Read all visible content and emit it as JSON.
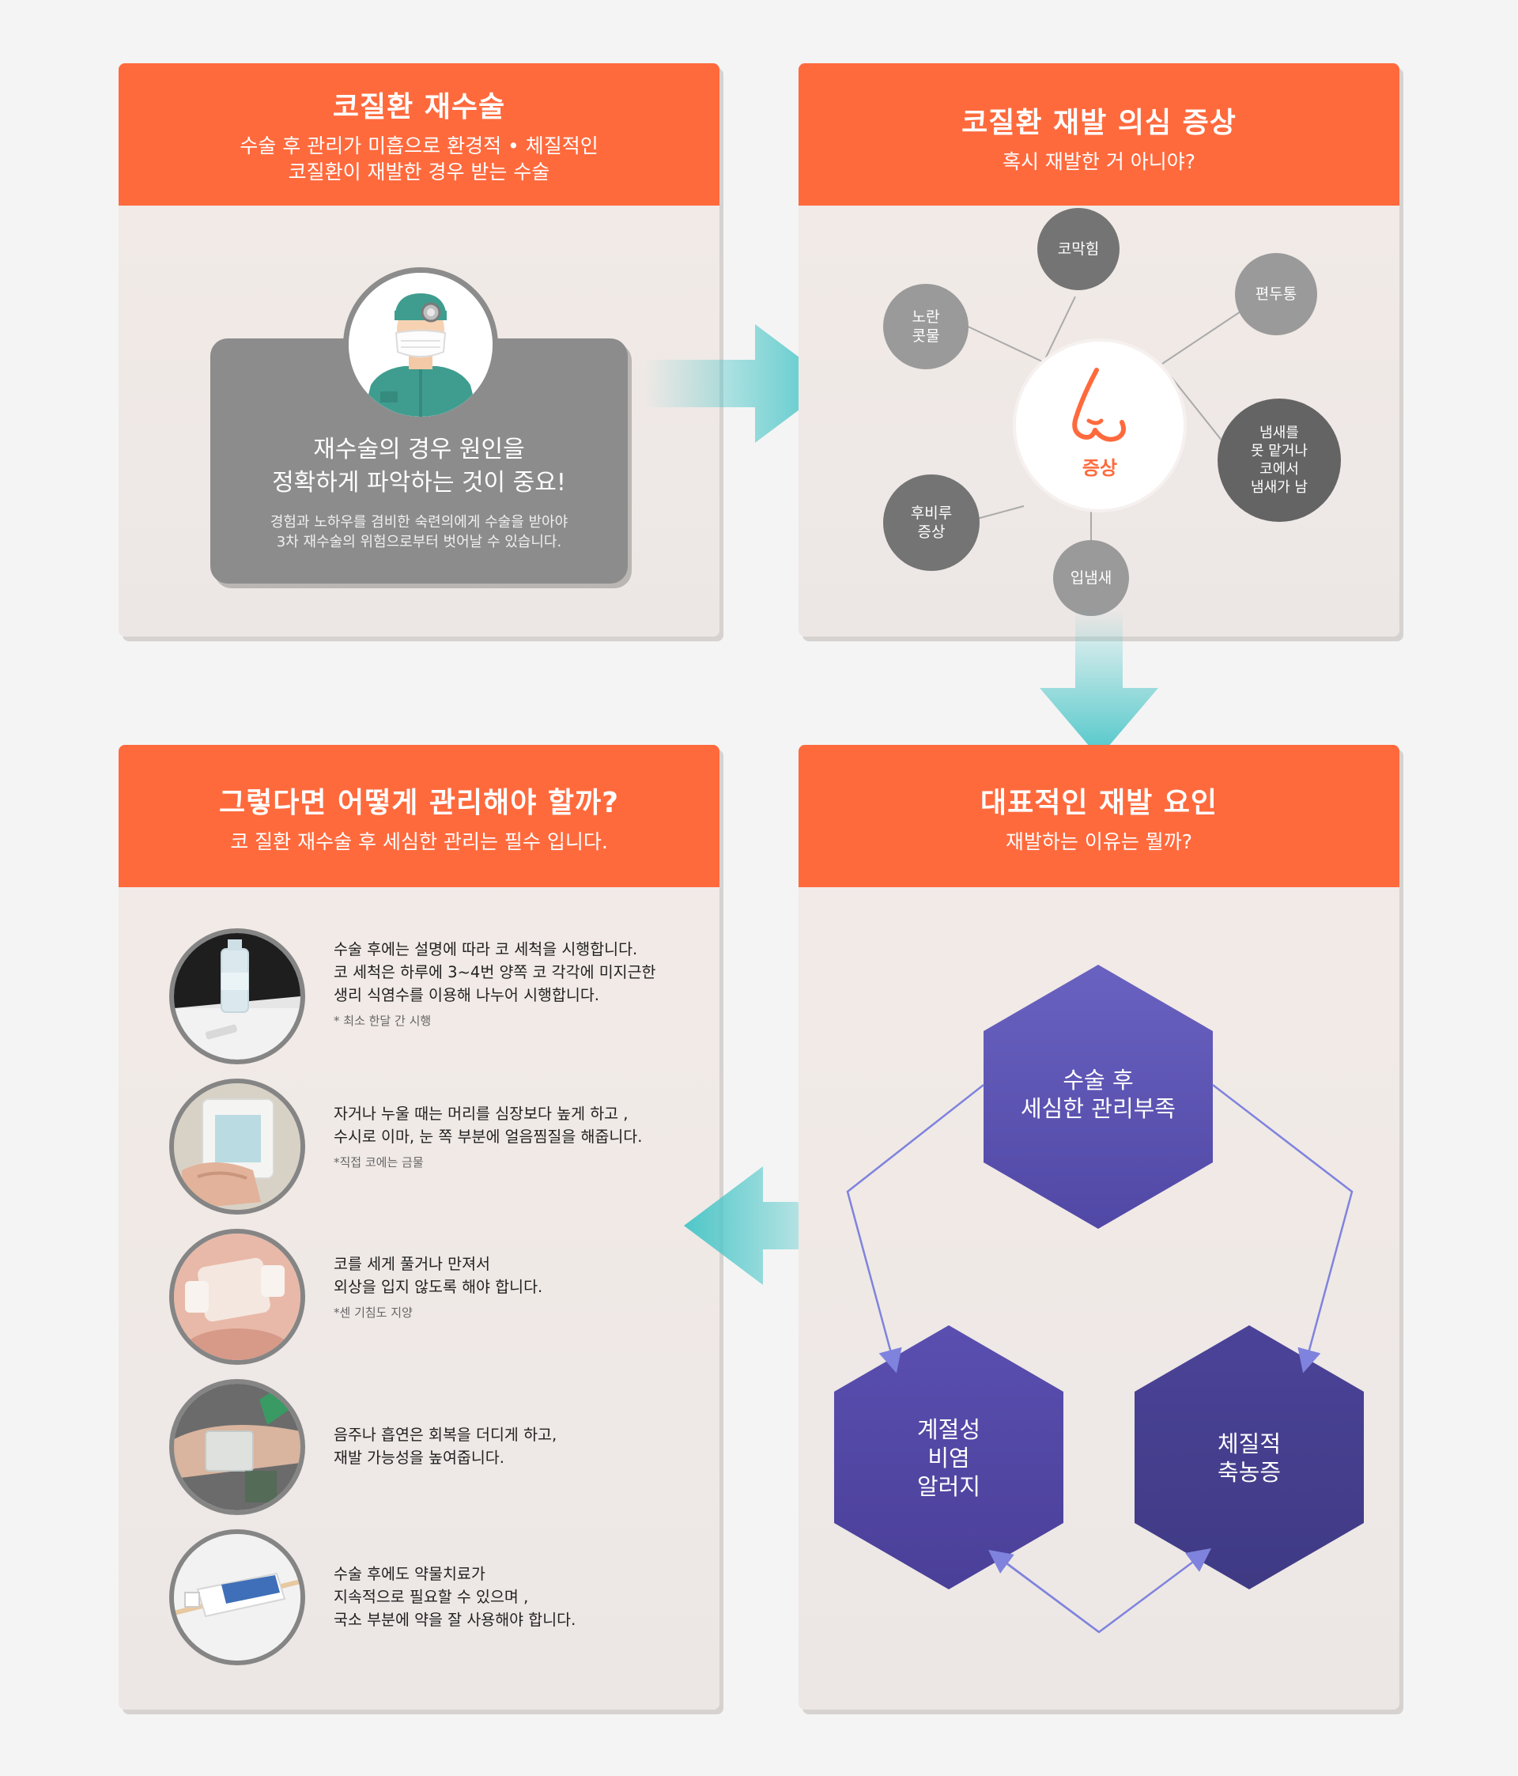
{
  "panel1": {
    "title": "코질환 재수술",
    "subtitle_line1": "수술 후 관리가 미흡으로  환경적 • 체질적인",
    "subtitle_line2": "코질환이 재발한 경우 받는 수술",
    "card_main_line1": "재수술의 경우 원인을",
    "card_main_line2": "정확하게 파악하는 것이 중요!",
    "card_small_line1": "경험과 노하우를 겸비한 숙련의에게 수술을 받아야",
    "card_small_line2": "3차 재수술의 위험으로부터 벗어날 수 있습니다.",
    "icon": "surgeon-icon"
  },
  "panel2": {
    "title": "코질환 재발 의심 증상",
    "subtitle": "혹시 재발한 거 아니야?",
    "center_label": "증상",
    "nodes": [
      {
        "line1": "노란",
        "line2": "콧물"
      },
      {
        "line1": "코막힘"
      },
      {
        "line1": "편두통"
      },
      {
        "line1": "냄새를",
        "line2": "못 맡거나",
        "line3": "코에서",
        "line4": "냄새가 남"
      },
      {
        "line1": "입냄새"
      },
      {
        "line1": "후비루",
        "line2": "증상"
      }
    ],
    "icon": "nose-icon"
  },
  "panel3": {
    "title": "그렇다면 어떻게 관리해야 할까?",
    "subtitle": "코 질환 재수술 후 세심한 관리는 필수 입니다.",
    "items": [
      {
        "line1": "수술 후에는 설명에 따라 코 세척을 시행합니다.",
        "line2": "코 세척은 하루에 3~4번 양쪽 코 각각에 미지근한",
        "line3": "생리 식염수를 이용해 나누어 시행합니다.",
        "note": "* 최소 한달 간 시행",
        "icon": "saline-bottle-icon"
      },
      {
        "line1": "자거나 누울 때는 머리를 심장보다 높게 하고 ,",
        "line2": "수시로 이마, 눈 쪽 부분에 얼음찜질을 해줍니다.",
        "note": "*직접 코에는 금물",
        "icon": "ice-pack-icon"
      },
      {
        "line1": "코를 세게 풀거나 만져서",
        "line2": "외상을 입지 않도록 해야 합니다.",
        "note": "*센 기침도 지양",
        "icon": "nose-bandage-icon"
      },
      {
        "line1": "음주나 흡연은 회복을 더디게 하고,",
        "line2": "재발 가능성을 높여줍니다.",
        "icon": "drinking-glass-icon"
      },
      {
        "line1": "수술 후에도 약물치료가",
        "line2": "지속적으로 필요할 수 있으며 ,",
        "line3": "국소 부분에 약을 잘 사용해야 합니다.",
        "icon": "ointment-tube-icon"
      }
    ]
  },
  "panel4": {
    "title": "대표적인 재발 요인",
    "subtitle": "재발하는 이유는 뭘까?",
    "hex_top_line1": "수술 후",
    "hex_top_line2": "세심한 관리부족",
    "hex_left_line1": "계절성",
    "hex_left_line2": "비염",
    "hex_left_line3": "알러지",
    "hex_right_line1": "체질적",
    "hex_right_line2": "축농증"
  },
  "colors": {
    "header": "#ff6a3d",
    "arrow": "#4fc7c9",
    "hex": "#5b52b0",
    "node_dark": "#6e6e6e",
    "node_light": "#9a9a9a"
  }
}
